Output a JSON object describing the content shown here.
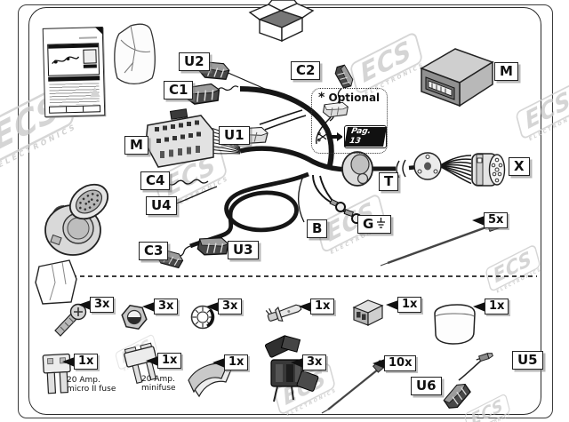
{
  "watermark": {
    "brand": "ECS",
    "sub": "ELECTRONICS"
  },
  "labels": {
    "u2": "U2",
    "c1": "C1",
    "c2": "C2",
    "u1": "U1",
    "m_left": "M",
    "c4": "C4",
    "u4": "U4",
    "c3": "C3",
    "u3": "U3",
    "b": "B",
    "g": "G",
    "t": "T",
    "x": "X",
    "m_right": "M",
    "u5": "U5",
    "u6": "U6"
  },
  "quantities": {
    "cable_tie_top": "5x",
    "bolt": "3x",
    "nut": "3x",
    "washer": "3x",
    "spade_terminal": "1x",
    "connector_sleeve": "1x",
    "rubber_cover": "1x",
    "micro_fuse": "1x",
    "mini_fuse": "1x",
    "cloth_tape": "1x",
    "fuse_holder": "3x",
    "cable_tie_bottom": "10x"
  },
  "optional": {
    "marker": "*",
    "title": "Optional",
    "page_ref": "Pag. 13"
  },
  "fuses": {
    "micro": {
      "rating": "20 Amp.",
      "name": "micro II fuse"
    },
    "mini": {
      "rating": "20 Amp.",
      "name": "minifuse"
    }
  }
}
